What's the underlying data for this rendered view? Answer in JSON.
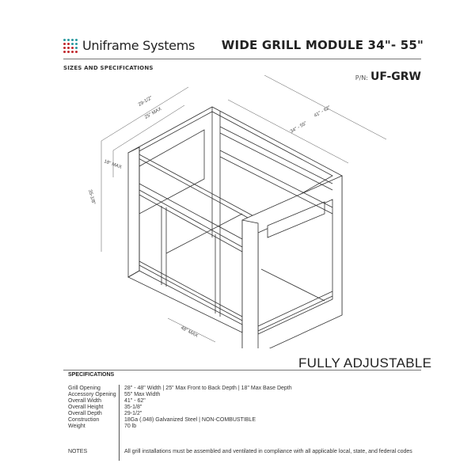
{
  "header": {
    "brand": "Uniframe Systems",
    "logo_icon": "dot-grid-logo-icon",
    "logo_colors": [
      "#2a9aa0",
      "#2a9aa0",
      "#2a9aa0",
      "#2a9aa0",
      "#c0282c",
      "#c0282c",
      "#2a9aa0",
      "#2a9aa0",
      "#c0282c",
      "#c0282c",
      "#c0282c",
      "#2a9aa0",
      "#c0282c",
      "#c0282c",
      "#c0282c",
      "#c0282c"
    ],
    "title": "WIDE GRILL MODULE 34\"- 55\"",
    "section_label": "SIZES AND SPECIFICATIONS",
    "pn_label": "P/N:",
    "pn_value": "UF-GRW"
  },
  "diagram": {
    "dimensions": {
      "depth_overall": "29-1/2\"",
      "depth_max": "25\" MAX",
      "base_max": "18\" MAX",
      "height": "35-1/8\"",
      "grill_width": "34\" - 55\"",
      "overall_width": "41\" - 62\"",
      "opening_max": "48\" MAX"
    }
  },
  "tagline": "FULLY ADJUSTABLE",
  "specifications": {
    "heading": "SPECIFICATIONS",
    "rows": [
      {
        "label": "Grill Opening",
        "value": "28\" - 48\" Width  |  25\" Max Front to Back Depth  |  18\" Max Base Depth"
      },
      {
        "label": "Accessory Opening",
        "value": "55\" Max Width"
      },
      {
        "label": "Overall Width",
        "value": "41\" - 62\""
      },
      {
        "label": "Overall Height",
        "value": "35-1/8\""
      },
      {
        "label": "Overall Depth",
        "value": "29-1/2\""
      },
      {
        "label": "Construction",
        "value": "18Ga (.048) Galvanized Steel  |  NON-COMBUSTIBLE"
      },
      {
        "label": "Weight",
        "value": "70 lb"
      }
    ],
    "notes_label": "NOTES",
    "notes_value": "All grill installations must be assembled and ventilated in compliance with all applicable local, state, and federal codes"
  }
}
